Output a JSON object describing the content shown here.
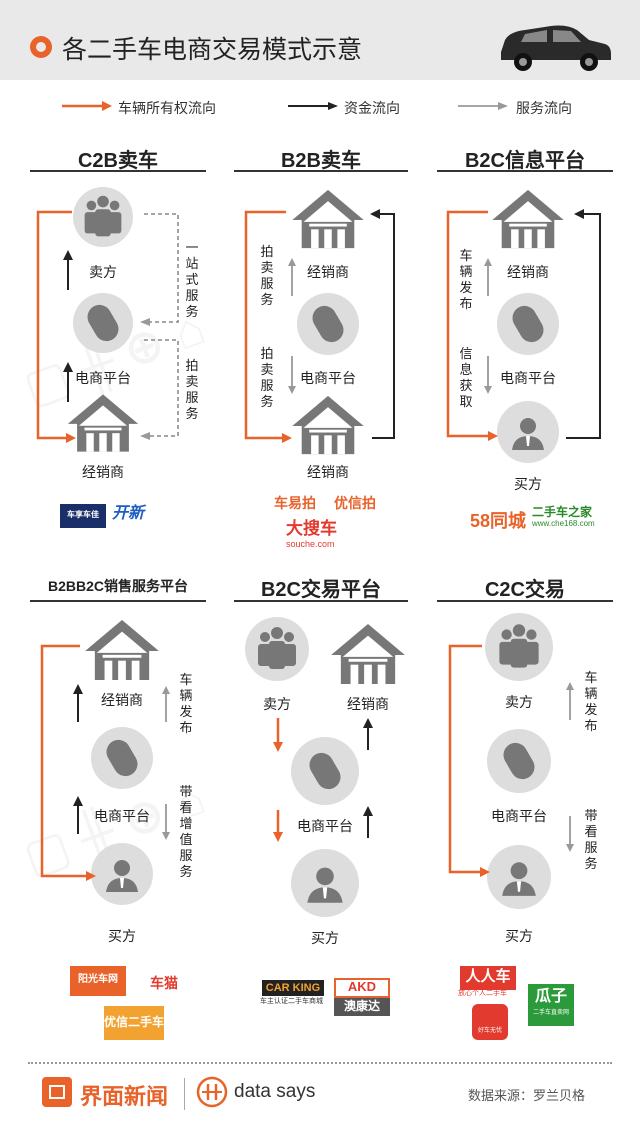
{
  "header": {
    "title": "各二手车电商交易模式示意"
  },
  "legend": {
    "ownership": "车辆所有权流向",
    "funds": "资金流向",
    "service": "服务流向"
  },
  "colors": {
    "ownership": "#e8622a",
    "funds": "#222222",
    "service": "#999999",
    "icon": "#777777",
    "circle": "#dddddd"
  },
  "panels": {
    "c2b": {
      "title": "C2B卖车",
      "top": "卖方",
      "mid": "电商平台",
      "bottom": "经销商",
      "side_top": "一站式服务",
      "side_bottom": "拍卖服务",
      "logos": [
        "车享车佳",
        "开新"
      ]
    },
    "b2b": {
      "title": "B2B卖车",
      "top": "经销商",
      "mid": "电商平台",
      "bottom": "经销商",
      "side_top": "拍卖服务",
      "side_bottom": "拍卖服务",
      "logos": [
        "车易拍",
        "优信拍",
        "大搜车",
        "souche.com"
      ]
    },
    "b2c_info": {
      "title": "B2C信息平台",
      "top": "经销商",
      "mid": "电商平台",
      "bottom": "买方",
      "side_top": "车辆发布",
      "side_bottom": "信息获取",
      "logos": [
        "58同城",
        "二手车之家",
        "www.che168.com"
      ]
    },
    "b2bb2c": {
      "title": "B2BB2C销售服务平台",
      "top": "经销商",
      "mid": "电商平台",
      "bottom": "买方",
      "side_top": "车辆发布",
      "side_bottom": "带看增值服务",
      "logos": [
        "阳光车网",
        "车猫",
        "优信二手车"
      ]
    },
    "b2c_trade": {
      "title": "B2C交易平台",
      "seller": "卖方",
      "dealer": "经销商",
      "mid": "电商平台",
      "bottom": "买方",
      "logos": [
        "CAR KING",
        "车主认证二手车商城",
        "AKD",
        "澳康达"
      ]
    },
    "c2c": {
      "title": "C2C交易",
      "top": "卖方",
      "mid": "电商平台",
      "bottom": "买方",
      "side_top": "车辆发布",
      "side_bottom": "带看服务",
      "logos": [
        "人人车",
        "放心个人二手车",
        "瓜子",
        "二手车直卖网",
        "好车无忧"
      ]
    }
  },
  "footer": {
    "brand": "界面新闻",
    "datasays": "data says",
    "source": "数据来源：罗兰贝格"
  },
  "icons": [
    "car-icon",
    "group-icon",
    "house-icon",
    "mouse-icon",
    "person-icon"
  ]
}
